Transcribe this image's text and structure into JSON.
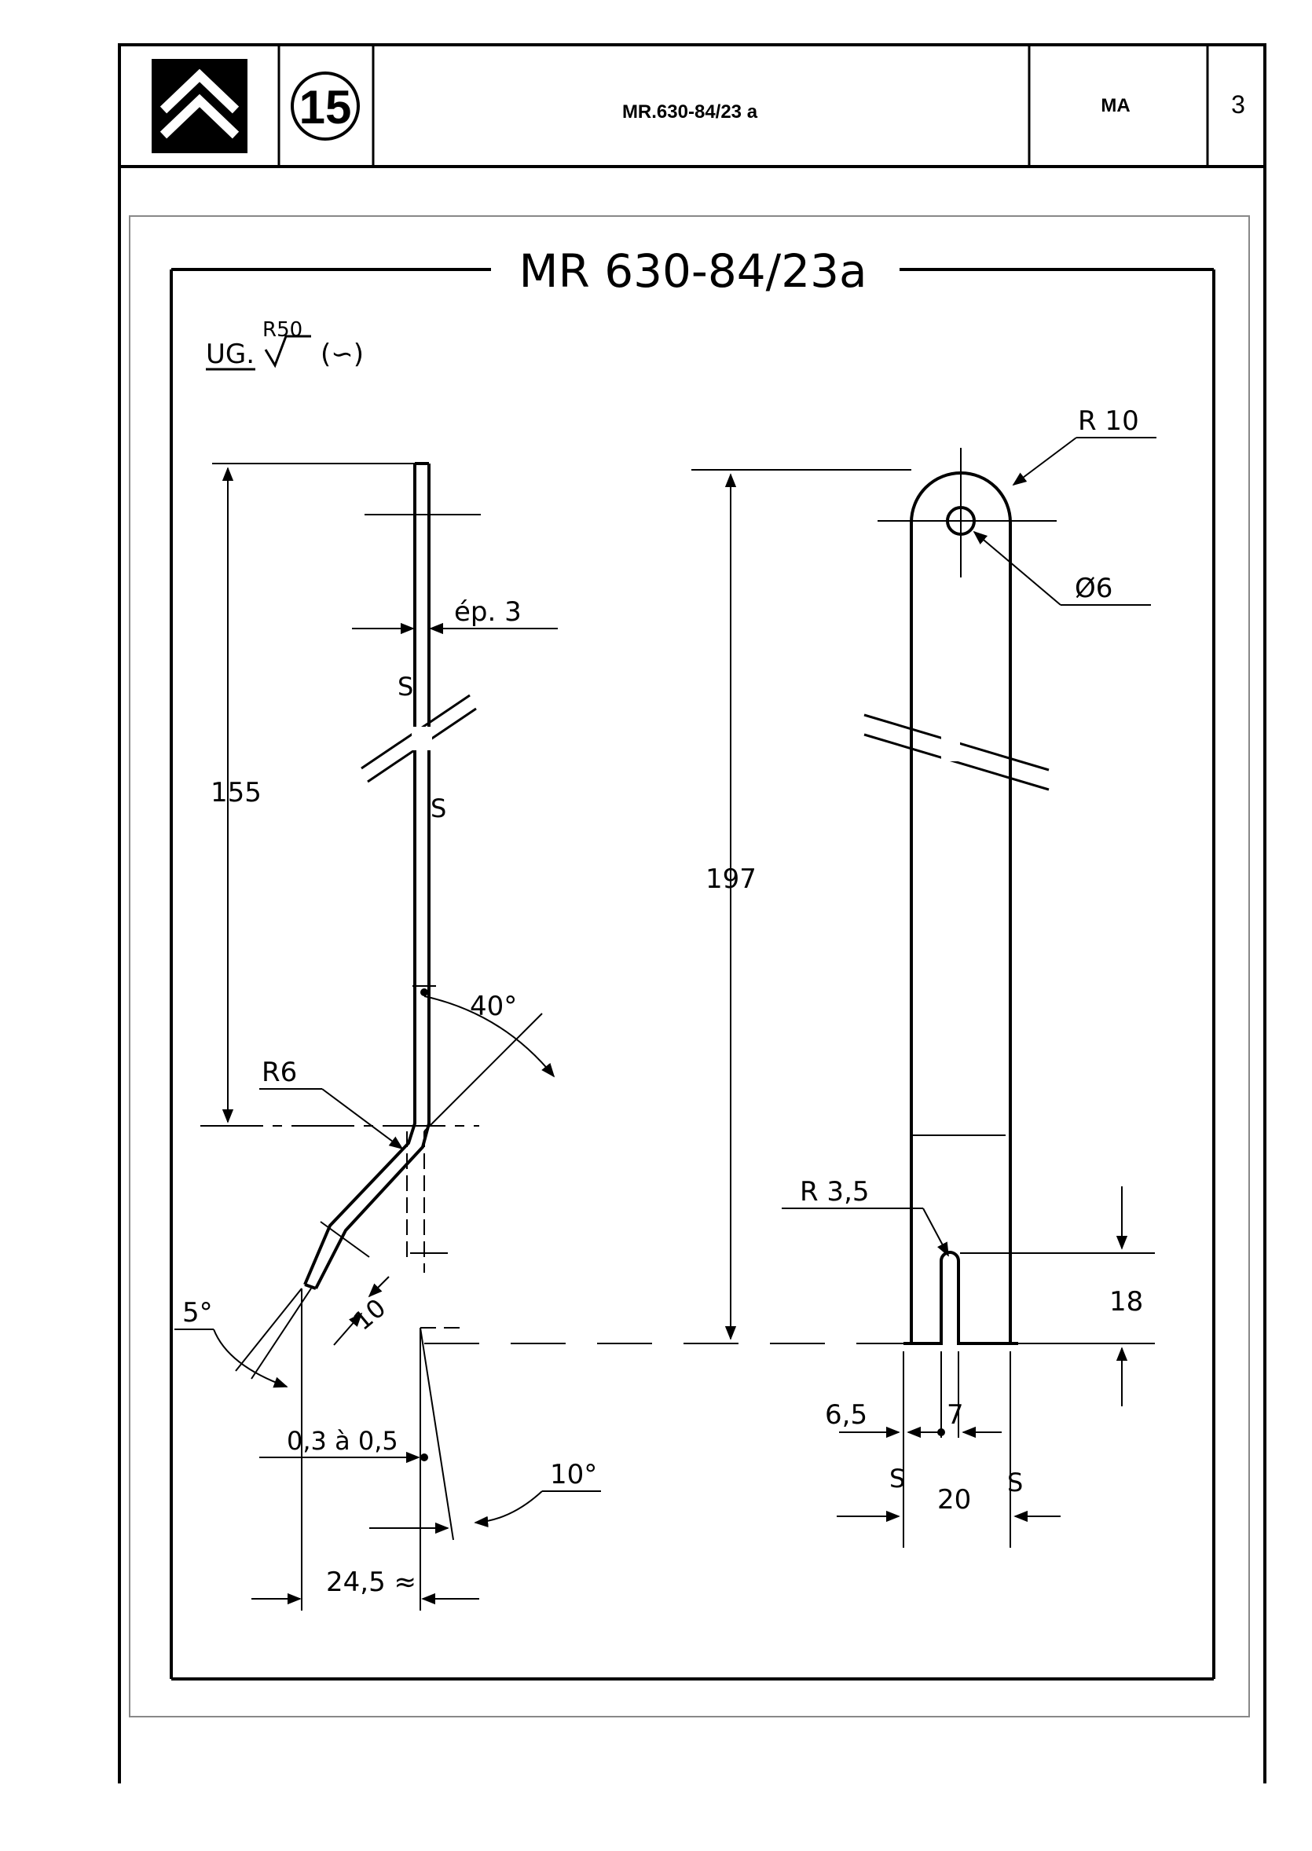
{
  "header": {
    "chapter_number": "15",
    "doc_reference": "MR.630-84/23 a",
    "section_code": "MA",
    "page_number": "3",
    "brand_colors": {
      "logo_bg": "#000000",
      "logo_fg": "#ffffff"
    }
  },
  "drawing": {
    "title": "MR 630-84/23a",
    "surface_finish_prefix": "UG.",
    "surface_finish_value": "R50",
    "surface_finish_suffix": "(∽)",
    "side_view": {
      "thickness_label": "ép. 3",
      "length_label": "155",
      "bend_radius_label": "R6",
      "bend_angle_label": "40°",
      "tip_angle_label": "5°",
      "tip_length_label": "10",
      "tip_offset_label": "0,3 à 0,5",
      "taper_angle_label": "10°",
      "overall_offset_label": "24,5 ≈",
      "break_mark_upper": "S",
      "break_mark_lower": "S"
    },
    "front_view": {
      "top_radius_label": "R 10",
      "hole_diameter_label": "Ø6",
      "length_label": "197",
      "slot_radius_label": "R 3,5",
      "slot_depth_label": "18",
      "side_width_label": "6,5",
      "slot_width_label": "7",
      "total_width_label": "20",
      "break_mark_left": "S",
      "break_mark_right": "S"
    }
  }
}
